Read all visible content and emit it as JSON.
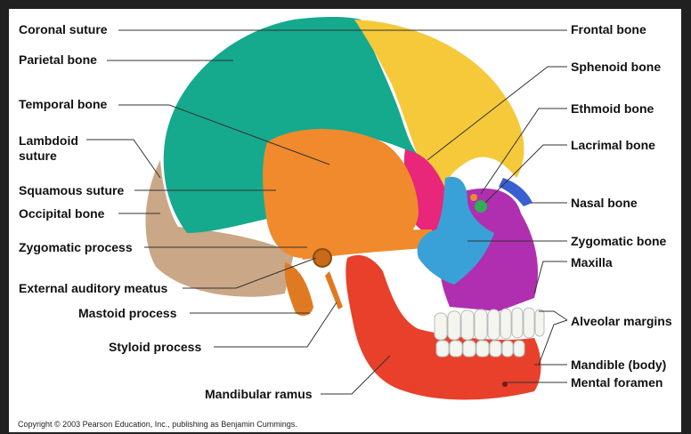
{
  "labels": {
    "coronal_suture": "Coronal suture",
    "parietal_bone": "Parietal bone",
    "temporal_bone": "Temporal bone",
    "lambdoid_suture": "Lambdoid suture",
    "squamous_suture": "Squamous suture",
    "occipital_bone": "Occipital bone",
    "zygomatic_process": "Zygomatic process",
    "external_auditory_meatus": "External auditory meatus",
    "mastoid_process": "Mastoid process",
    "styloid_process": "Styloid process",
    "mandibular_ramus": "Mandibular ramus",
    "frontal_bone": "Frontal bone",
    "sphenoid_bone": "Sphenoid bone",
    "ethmoid_bone": "Ethmoid bone",
    "lacrimal_bone": "Lacrimal bone",
    "nasal_bone": "Nasal bone",
    "zygomatic_bone": "Zygomatic bone",
    "maxilla": "Maxilla",
    "alveolar_margins": "Alveolar margins",
    "mandible_body": "Mandible (body)",
    "mental_foramen": "Mental foramen"
  },
  "copyright": "Copyright © 2003 Pearson Education, Inc., publishing as Benjamin Cummings.",
  "colors": {
    "parietal": "#15a98e",
    "frontal": "#f5c93a",
    "temporal": "#f08a2c",
    "occipital": "#caa786",
    "sphenoid": "#e8267a",
    "zygomatic": "#3aa0d8",
    "maxilla": "#b02fb0",
    "mandible": "#e8402a",
    "nasal": "#3a5fd0",
    "lacrimal": "#2fae55",
    "teeth": "#f5f5f0"
  }
}
